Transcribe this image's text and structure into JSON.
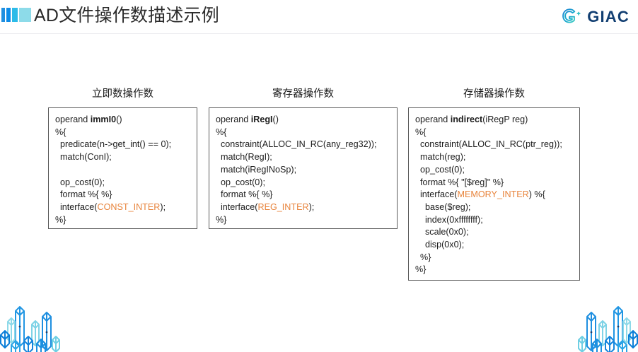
{
  "header": {
    "title": "AD文件操作数描述示例",
    "logo_text": "GIAC",
    "logo_icon": "giac-g-mark",
    "accent_colors": [
      "#1f8fe0",
      "#0d8ce8",
      "#2cbbe8",
      "#8ddbe9"
    ],
    "brand_color": "#123f72",
    "rule_color": "#ededf0"
  },
  "columns": [
    {
      "title": "立即数操作数",
      "code_lines": [
        [
          {
            "t": "operand ",
            "s": "plain"
          },
          {
            "t": "immI0",
            "s": "bold"
          },
          {
            "t": "()",
            "s": "plain"
          }
        ],
        [
          {
            "t": "%{",
            "s": "plain"
          }
        ],
        [
          {
            "t": "  predicate(n->get_int() == 0);",
            "s": "plain"
          }
        ],
        [
          {
            "t": "  match(ConI);",
            "s": "plain"
          }
        ],
        [
          {
            "t": "",
            "s": "plain"
          }
        ],
        [
          {
            "t": "  op_cost(0);",
            "s": "plain"
          }
        ],
        [
          {
            "t": "  format %{ %}",
            "s": "plain"
          }
        ],
        [
          {
            "t": "  interface(",
            "s": "plain"
          },
          {
            "t": "CONST_INTER",
            "s": "hl"
          },
          {
            "t": ");",
            "s": "plain"
          }
        ],
        [
          {
            "t": "%}",
            "s": "plain"
          }
        ]
      ]
    },
    {
      "title": "寄存器操作数",
      "code_lines": [
        [
          {
            "t": "operand ",
            "s": "plain"
          },
          {
            "t": "iRegI",
            "s": "bold"
          },
          {
            "t": "()",
            "s": "plain"
          }
        ],
        [
          {
            "t": "%{",
            "s": "plain"
          }
        ],
        [
          {
            "t": "  constraint(ALLOC_IN_RC(any_reg32));",
            "s": "plain"
          }
        ],
        [
          {
            "t": "  match(RegI);",
            "s": "plain"
          }
        ],
        [
          {
            "t": "  match(iRegINoSp);",
            "s": "plain"
          }
        ],
        [
          {
            "t": "  op_cost(0);",
            "s": "plain"
          }
        ],
        [
          {
            "t": "  format %{ %}",
            "s": "plain"
          }
        ],
        [
          {
            "t": "  interface(",
            "s": "plain"
          },
          {
            "t": "REG_INTER",
            "s": "hl"
          },
          {
            "t": ");",
            "s": "plain"
          }
        ],
        [
          {
            "t": "%}",
            "s": "plain"
          }
        ]
      ]
    },
    {
      "title": "存储器操作数",
      "code_lines": [
        [
          {
            "t": "operand ",
            "s": "plain"
          },
          {
            "t": "indirect",
            "s": "bold"
          },
          {
            "t": "(iRegP reg)",
            "s": "plain"
          }
        ],
        [
          {
            "t": "%{",
            "s": "plain"
          }
        ],
        [
          {
            "t": "  constraint(ALLOC_IN_RC(ptr_reg));",
            "s": "plain"
          }
        ],
        [
          {
            "t": "  match(reg);",
            "s": "plain"
          }
        ],
        [
          {
            "t": "  op_cost(0);",
            "s": "plain"
          }
        ],
        [
          {
            "t": "  format %{ \"[$reg]\" %}",
            "s": "plain"
          }
        ],
        [
          {
            "t": "  interface(",
            "s": "plain"
          },
          {
            "t": "MEMORY_INTER",
            "s": "hl"
          },
          {
            "t": ") %{",
            "s": "plain"
          }
        ],
        [
          {
            "t": "    base($reg);",
            "s": "plain"
          }
        ],
        [
          {
            "t": "    index(0xffffffff);",
            "s": "plain"
          }
        ],
        [
          {
            "t": "    scale(0x0);",
            "s": "plain"
          }
        ],
        [
          {
            "t": "    disp(0x0);",
            "s": "plain"
          }
        ],
        [
          {
            "t": "  %}",
            "s": "plain"
          }
        ],
        [
          {
            "t": "%}",
            "s": "plain"
          }
        ]
      ]
    }
  ],
  "decorations": {
    "bottom_left": "crystal-city-graphic",
    "bottom_right": "crystal-city-graphic-mirrored",
    "highlight_color": "#e8843c",
    "box_border_color": "#5a5a5a"
  }
}
